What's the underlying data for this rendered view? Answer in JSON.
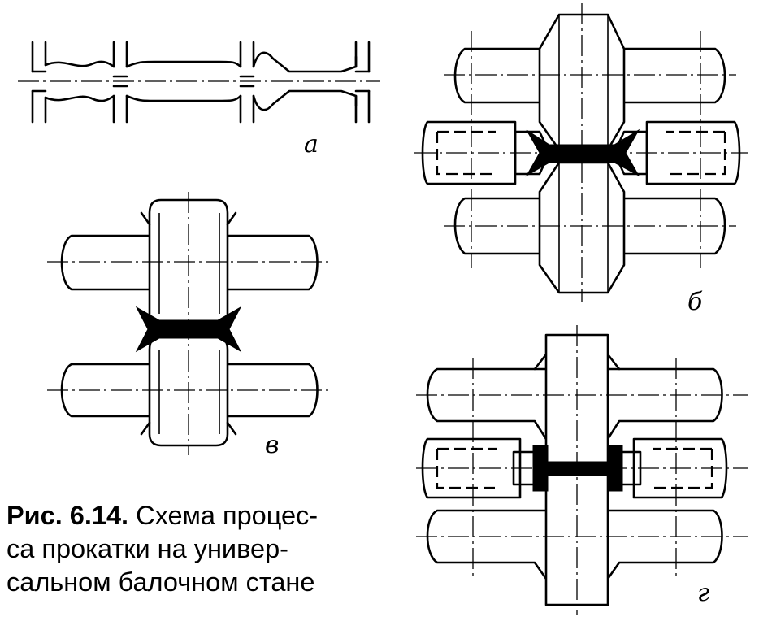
{
  "labels": {
    "a": "а",
    "b": "б",
    "v": "в",
    "g": "г"
  },
  "caption": {
    "number": "Рис. 6.14.",
    "line1": " Схема процес-",
    "line2": "са прокатки на универ-",
    "line3": "сальном балочном стане"
  }
}
